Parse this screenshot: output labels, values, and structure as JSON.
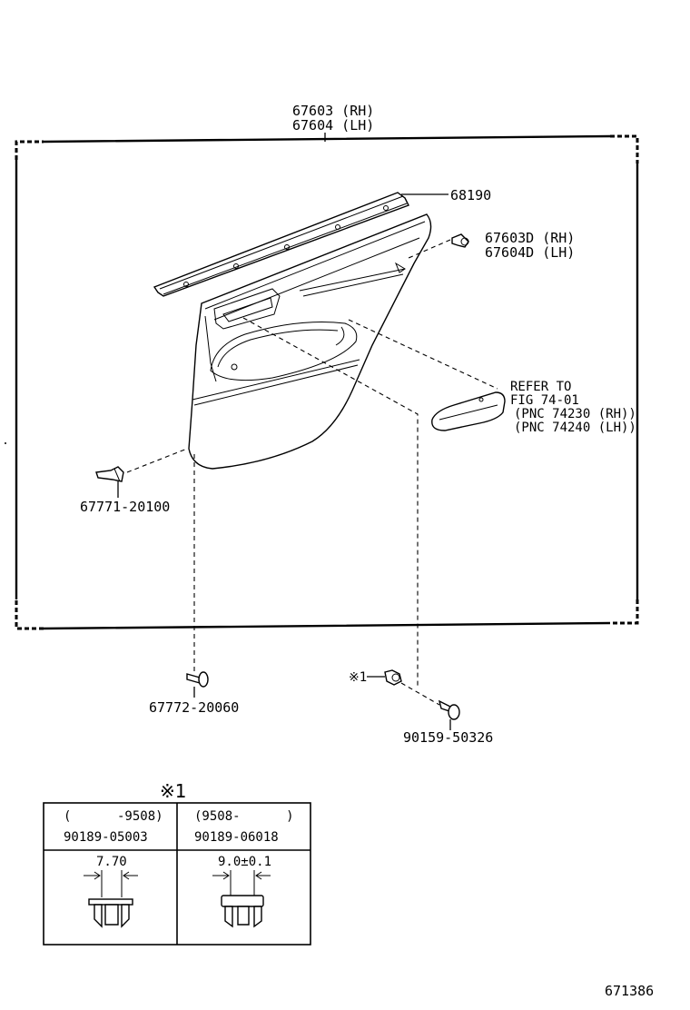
{
  "diagram": {
    "assembly_label_rh": "67603 (RH)",
    "assembly_label_lh": "67604 (LH)",
    "weatherstrip_label": "68190",
    "clip_label_rh": "67603D (RH)",
    "clip_label_lh": "67604D (LH)",
    "refer_line1": "REFER TO",
    "refer_line2": "FIG 74-01",
    "refer_line3": "(PNC 74230 (RH))",
    "refer_line4": "(PNC 74240 (LH))",
    "bracket_label": "67771-20100",
    "pin_label": "67772-20060",
    "note_marker_label": "※1",
    "screw_label": "90159-50326",
    "figure_number": "671386"
  },
  "note_table": {
    "title": "※1",
    "columns": [
      {
        "range": "(      -9508)",
        "part_number": "90189-05003",
        "dimension": "7.70"
      },
      {
        "range": "(9508-      )",
        "part_number": "90189-06018",
        "dimension": "9.0±0.1"
      }
    ]
  }
}
